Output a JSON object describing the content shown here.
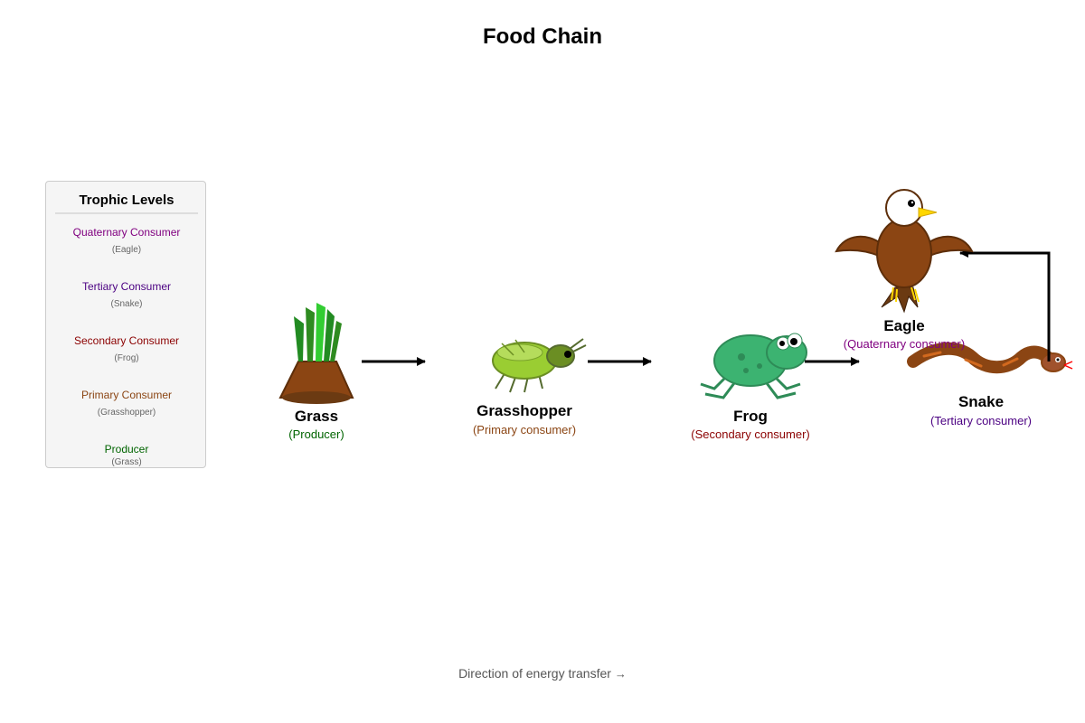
{
  "title": "Food Chain",
  "legend": {
    "title": "Trophic Levels",
    "items": [
      {
        "label": "Quaternary Consumer",
        "example": "(Eagle)",
        "color": "#800080"
      },
      {
        "label": "Tertiary Consumer",
        "example": "(Snake)",
        "color": "#4b0082"
      },
      {
        "label": "Secondary Consumer",
        "example": "(Frog)",
        "color": "#8b0000"
      },
      {
        "label": "Primary Consumer",
        "example": "(Grasshopper)",
        "color": "#8b4513"
      },
      {
        "label": "Producer",
        "example": "(Grass)",
        "color": "#006400"
      }
    ]
  },
  "organisms": [
    {
      "name": "Grass",
      "role": "(Producer)",
      "color": "#006400",
      "icon": "grass-icon"
    },
    {
      "name": "Grasshopper",
      "role": "(Primary consumer)",
      "color": "#8b4513",
      "icon": "grasshopper-icon"
    },
    {
      "name": "Frog",
      "role": "(Secondary consumer)",
      "color": "#8b0000",
      "icon": "frog-icon"
    },
    {
      "name": "Snake",
      "role": "(Tertiary consumer)",
      "color": "#4b0082",
      "icon": "snake-icon"
    },
    {
      "name": "Eagle",
      "role": "(Quaternary consumer)",
      "color": "#800080",
      "icon": "eagle-icon"
    }
  ],
  "caption": {
    "text": "Direction of energy transfer",
    "arrow": "→"
  }
}
